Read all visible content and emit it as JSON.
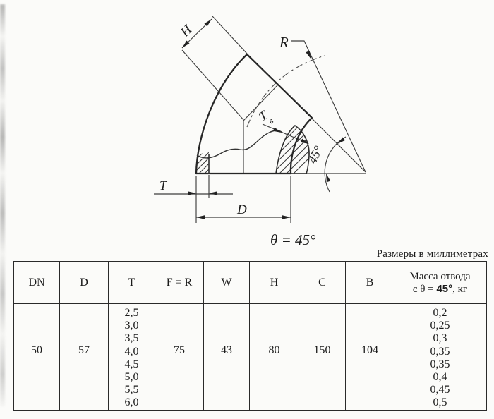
{
  "units_note": "Размеры в миллиметрах",
  "drawing": {
    "labels": {
      "h": "H",
      "r": "R",
      "t": "T",
      "d": "D",
      "t_wall_main": "T",
      "t_wall_sub": "в",
      "angle": "45°",
      "theta_note": "θ = 45°"
    }
  },
  "table": {
    "headers": {
      "dn": "DN",
      "d": "D",
      "t": "T",
      "fr": "F = R",
      "w": "W",
      "h": "H",
      "c": "C",
      "b": "B"
    },
    "mass_header": {
      "line1": "Масса отвода",
      "line2_prefix": "с θ = ",
      "line2_value": "45°",
      "line2_suffix": ", кг"
    },
    "row": {
      "dn": "50",
      "d": "57",
      "t_values": [
        "2,5",
        "3,0",
        "3,5",
        "4,0",
        "4,5",
        "5,0",
        "5,5",
        "6,0"
      ],
      "fr": "75",
      "w": "43",
      "h": "80",
      "c": "150",
      "b": "104",
      "mass_values": [
        "0,2",
        "0,25",
        "0,3",
        "0,35",
        "0,35",
        "0,4",
        "0,45",
        "0,5"
      ]
    }
  }
}
